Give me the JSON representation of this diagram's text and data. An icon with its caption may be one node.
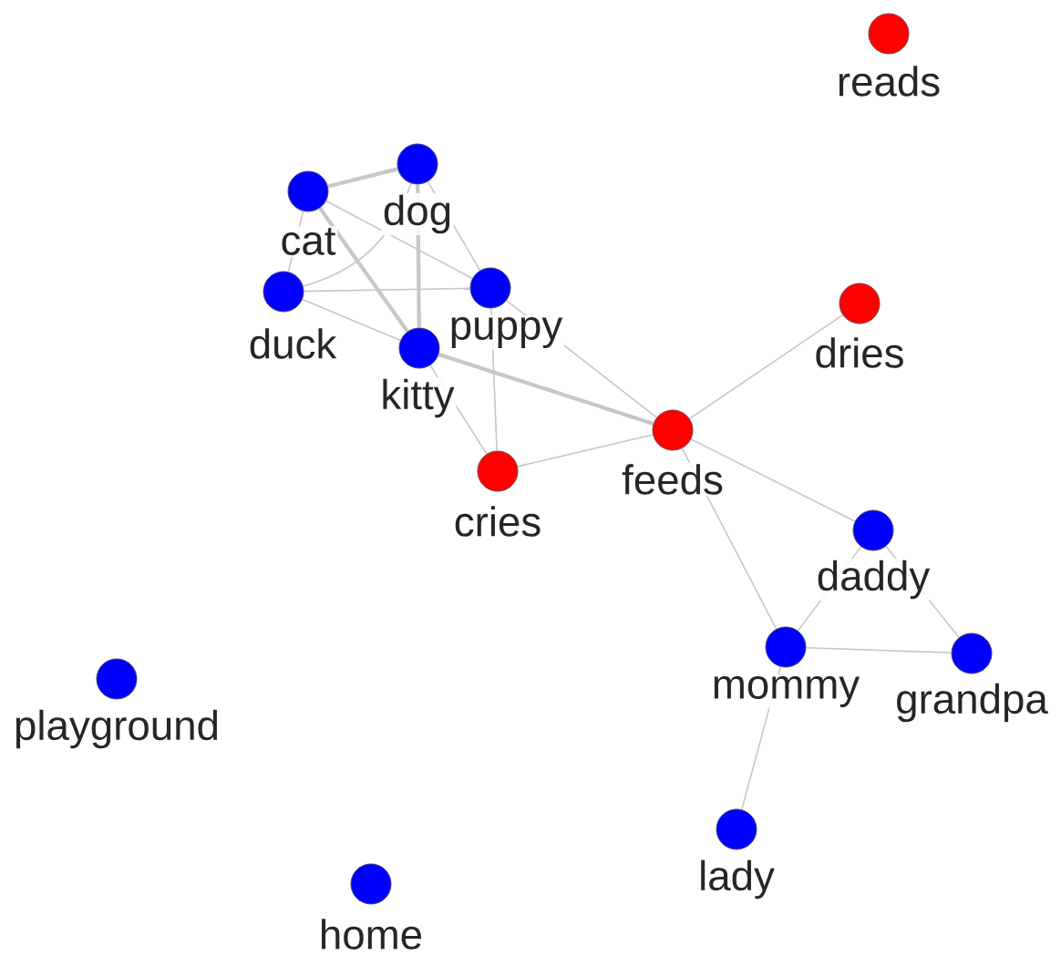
{
  "diagram": {
    "nodes": [
      {
        "text": [
          "reads"
        ]
      },
      {
        "text": [
          "dog"
        ]
      },
      {
        "text": [
          "cat"
        ]
      },
      {
        "text": [
          "duck"
        ]
      },
      {
        "text": [
          "puppy"
        ]
      },
      {
        "text": [
          "dries"
        ]
      },
      {
        "text": [
          "kitty"
        ]
      },
      {
        "text": [
          "feeds"
        ]
      },
      {
        "text": [
          "cries"
        ]
      },
      {
        "text": [
          "daddy"
        ]
      },
      {
        "text": [
          "mommy"
        ]
      },
      {
        "text": [
          "grandpa"
        ]
      },
      {
        "text": [
          "playground"
        ]
      },
      {
        "text": [
          "lady"
        ]
      },
      {
        "text": [
          "home"
        ]
      }
    ],
    "edges": [
      {
        "from": 2,
        "to": 1,
        "arrow": "none",
        "style": "thick"
      },
      {
        "from": 2,
        "to": 6,
        "arrow": "none",
        "style": "thick"
      },
      {
        "from": 1,
        "to": 6,
        "arrow": "none",
        "style": "thick"
      },
      {
        "from": 6,
        "to": 7,
        "arrow": "none",
        "style": "thick"
      },
      {
        "from": 2,
        "to": 3,
        "arrow": "none"
      },
      {
        "from": 1,
        "to": 3,
        "arrow": "none"
      },
      {
        "from": 1,
        "to": 4,
        "arrow": "none"
      },
      {
        "from": 2,
        "to": 4,
        "arrow": "none"
      },
      {
        "from": 3,
        "to": 4,
        "arrow": "none"
      },
      {
        "from": 3,
        "to": 6,
        "arrow": "none"
      },
      {
        "from": 4,
        "to": 7,
        "arrow": "none"
      },
      {
        "from": 4,
        "to": 8,
        "arrow": "none"
      },
      {
        "from": 6,
        "to": 8,
        "arrow": "none"
      },
      {
        "from": 8,
        "to": 7,
        "arrow": "none"
      },
      {
        "from": 7,
        "to": 5,
        "arrow": "none"
      },
      {
        "from": 7,
        "to": 9,
        "arrow": "none"
      },
      {
        "from": 7,
        "to": 10,
        "arrow": "none"
      },
      {
        "from": 9,
        "to": 10,
        "arrow": "none"
      },
      {
        "from": 9,
        "to": 11,
        "arrow": "none"
      },
      {
        "from": 10,
        "to": 11,
        "arrow": "none"
      },
      {
        "from": 10,
        "to": 13,
        "arrow": "none"
      }
    ]
  }
}
